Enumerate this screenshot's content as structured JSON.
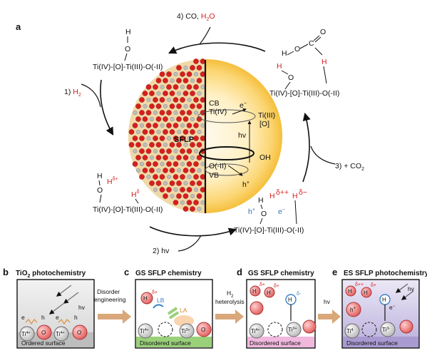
{
  "panel_a": {
    "letter": "a",
    "step1": {
      "prefix": "1) ",
      "reagent": "H",
      "sub": "2"
    },
    "step2": {
      "text": "2) hv"
    },
    "step3": {
      "text": "3) + CO",
      "sub": "2"
    },
    "step4": {
      "prefix": "4) CO, ",
      "product": "H",
      "sub": "2",
      "suffix": "O"
    },
    "chain": "Ti(IV)-[O]-Ti(III)-O(-II)",
    "atoms": {
      "H": "H",
      "O": "O",
      "C": "C"
    },
    "delta_plus": "H",
    "delta_plus_sup": "δ+",
    "delta_minus": "H",
    "delta_minus_sup": "δ",
    "dplusplus": "δ++",
    "dminus": "δ−",
    "hplus": "h",
    "hplus_sup": "+",
    "eminus": "e",
    "eminus_sup": "−",
    "band": {
      "cb": "CB",
      "cb_state": "Ti(IV)",
      "vb_state": "O(-II)",
      "vb": "VB",
      "ti3": "Ti(III)",
      "o_bracket": "[O]",
      "oh": "OH",
      "hv": "hv",
      "sflp": "SFLP",
      "e": "e",
      "e_sup": "−",
      "h": "h",
      "h_sup": "+"
    }
  },
  "panel_b": {
    "letter": "b",
    "title": "TiO",
    "title_sub": "2",
    "title_suffix": " photochemistry",
    "hv": "hv",
    "ti": "Ti",
    "ti_sup": "4+",
    "o": "O",
    "e": "e",
    "h": "h",
    "surface": "Ordered surface"
  },
  "arrow_bc": {
    "line1": "Disorder",
    "line2": "engineering"
  },
  "panel_c": {
    "letter": "c",
    "title": "GS SFLP chemistry",
    "lb": "LB",
    "la": "LA",
    "ti4": "Ti",
    "ti4_sup": "4+",
    "ti3": "Ti",
    "ti3_sup": "3+",
    "o": "O",
    "h": "H",
    "h_sup": "δ+",
    "surface": "Disordered surface"
  },
  "arrow_cd": {
    "line1": "H",
    "line1_sub": "2",
    "line2": "heterolysis"
  },
  "panel_d": {
    "letter": "d",
    "title": "GS SFLP chemistry",
    "h": "H",
    "dplus": "δ+",
    "dminus": "δ-",
    "ti4": "Ti",
    "ti4_sup": "4+",
    "ti3": "Ti",
    "ti3_sup": "3+",
    "surface": "Disordered surface"
  },
  "arrow_de": {
    "label": "hv"
  },
  "panel_e": {
    "letter": "e",
    "title": "ES SFLP photochemistry",
    "h": "H",
    "dpp": "δ++",
    "dplus": "δ+",
    "hplus": "h",
    "hplus_sup": "+",
    "hv": "hv",
    "e": "e",
    "e_sup": "−",
    "ti4": "Ti",
    "ti4_sup": "4",
    "ti3": "Ti",
    "ti3_sup": "3-",
    "surface": "Disordered surface"
  },
  "colors": {
    "red_text": "#d42020",
    "blue_text": "#2b6cb0",
    "sphere_core": "#fff8e0",
    "sphere_edge": "#f6c44a",
    "arrow_tan": "#d9a77a",
    "panel_b_bg": "#e4e4e4",
    "panel_c_bar": "#9ad07a",
    "panel_d_bar": "#f1b8de",
    "panel_e_bg": "#c9c0e4",
    "atom_red": "#f08a8a",
    "atom_grey": "#d4d4d4"
  }
}
